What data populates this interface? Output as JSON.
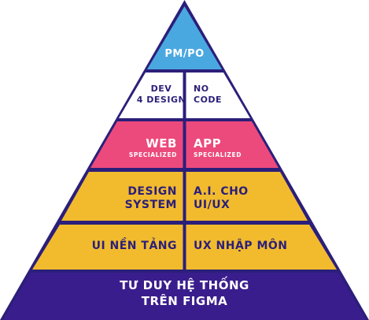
{
  "pyramid": {
    "colors": {
      "top": "#4aa8e0",
      "white_tier": "#ffffff",
      "pink": "#ec4a7c",
      "yellow": "#f2bb2e",
      "navy_base": "#3a1d8c",
      "outline": "#2b1f7a"
    },
    "tier1": {
      "label": "PM/PO"
    },
    "tier2": {
      "left": {
        "line1": "DEV",
        "line2": "4 DESIGN"
      },
      "right": {
        "line1": "NO",
        "line2": "CODE"
      }
    },
    "tier3": {
      "left": {
        "line1": "WEB",
        "line2": "SPECIALIZED"
      },
      "right": {
        "line1": "APP",
        "line2": "SPECIALIZED"
      }
    },
    "tier4": {
      "left": {
        "line1": "DESIGN",
        "line2": "SYSTEM"
      },
      "right": {
        "line1": "A.I. CHO",
        "line2": "UI/UX"
      }
    },
    "tier5": {
      "left": {
        "label": "UI NỀN TẢNG"
      },
      "right": {
        "label": "UX NHẬP MÔN"
      }
    },
    "tier6": {
      "line1": "TƯ DUY HỆ THỐNG",
      "line2": "TRÊN FIGMA"
    }
  }
}
